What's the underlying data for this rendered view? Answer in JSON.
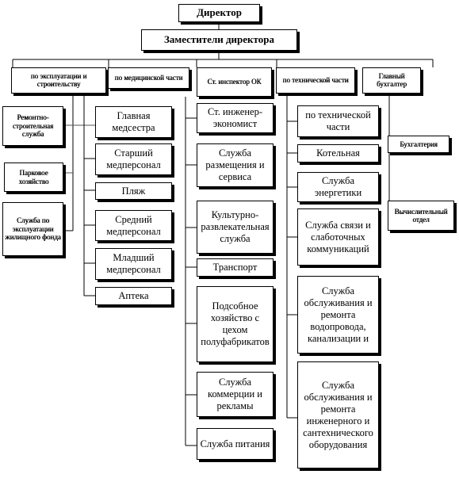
{
  "director": "Директор",
  "deputies": "Заместители директора",
  "departments": [
    "по эксплуатации и строительству",
    "по медицинской части",
    "Ст. инспектор ОК",
    "по технической части",
    "Главный бухгалтер"
  ],
  "exploitation_units": [
    "Ремонтно-строительная служба",
    "Парковое хозяйство",
    "Служба по эксплуатации жилищного фонда"
  ],
  "medical_units": [
    "Главная медсестра",
    "Старший медперсонал",
    "Пляж",
    "Средний медперсонал",
    "Младший медперсонал",
    "Аптека"
  ],
  "inspector_units": [
    "Ст. инженер-экономист",
    "Служба размещения и сервиса",
    "Культурно-развлекательная служба",
    "Транспорт",
    "Подсобное хозяйство с цехом полуфабрикатов",
    "Служба коммерции и рекламы",
    "Служба питания"
  ],
  "technical_units": [
    "по технической части",
    "Котельная",
    "Служба энергетики",
    "Служба связи и слаботочных коммуникаций",
    "Служба обслуживания и ремонта водопровода, канализации и",
    "Служба обслуживания и ремонта инженерного и сантехнического оборудования"
  ],
  "accounting_units": [
    "Бухгалтерия",
    "Вычислительный отдел"
  ]
}
